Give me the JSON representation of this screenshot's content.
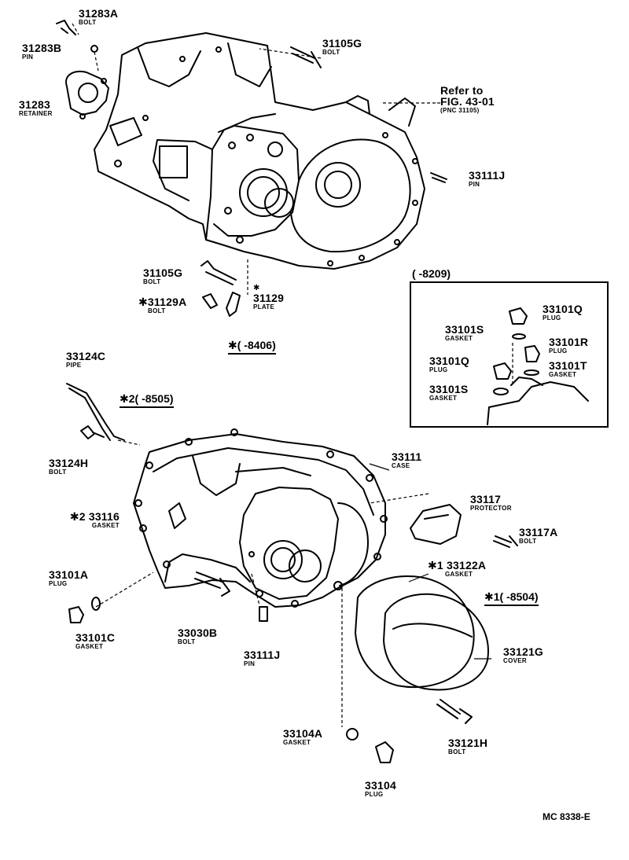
{
  "labels": {
    "p31283a": {
      "num": "31283A",
      "name": "BOLT"
    },
    "p31283b": {
      "num": "31283B",
      "name": "PIN"
    },
    "p31283": {
      "num": "31283",
      "name": "RETAINER"
    },
    "p31105g_top": {
      "num": "31105G",
      "name": "BOLT"
    },
    "p31111j": {
      "num": "33111J",
      "name": "PIN"
    },
    "p31105g_bot": {
      "num": "31105G",
      "name": "BOLT"
    },
    "p31129a": {
      "num": "✱31129A",
      "name": "BOLT"
    },
    "p31129": {
      "mark": "✱",
      "num": "31129",
      "name": "PLATE"
    },
    "p33124c": {
      "num": "33124C",
      "name": "PIPE"
    },
    "p33124h": {
      "num": "33124H",
      "name": "BOLT"
    },
    "p33116": {
      "num": "✱2 33116",
      "name": "GASKET"
    },
    "p33101a": {
      "num": "33101A",
      "name": "PLUG"
    },
    "p33101c": {
      "num": "33101C",
      "name": "GASKET"
    },
    "p33030b": {
      "num": "33030B",
      "name": "BOLT"
    },
    "p33111j": {
      "num": "33111J",
      "name": "PIN"
    },
    "p33111": {
      "num": "33111",
      "name": "CASE"
    },
    "p33117": {
      "num": "33117",
      "name": "PROTECTOR"
    },
    "p33117a": {
      "num": "33117A",
      "name": "BOLT"
    },
    "p33122a": {
      "num": "✱1 33122A",
      "name": "GASKET"
    },
    "p33121g": {
      "num": "33121G",
      "name": "COVER"
    },
    "p33121h": {
      "num": "33121H",
      "name": "BOLT"
    },
    "p33104a": {
      "num": "33104A",
      "name": "GASKET"
    },
    "p33104": {
      "num": "33104",
      "name": "PLUG"
    },
    "i33101q_top": {
      "num": "33101Q",
      "name": "PLUG"
    },
    "i33101s_top": {
      "num": "33101S",
      "name": "GASKET"
    },
    "i33101r": {
      "num": "33101R",
      "name": "PLUG"
    },
    "i33101q_bot": {
      "num": "33101Q",
      "name": "PLUG"
    },
    "i33101t": {
      "num": "33101T",
      "name": "GASKET"
    },
    "i33101s_bot": {
      "num": "33101S",
      "name": "GASKET"
    }
  },
  "refer": {
    "line1": "Refer to",
    "line2": "FIG. 43-01",
    "line3": "(PNC 31105)"
  },
  "notes": {
    "n8406": "✱(         -8406)",
    "n8505": "✱2(         -8505)",
    "n8504": "✱1(         -8504)",
    "inset_title": "(         -8209)"
  },
  "footer": "MC 8338-E"
}
